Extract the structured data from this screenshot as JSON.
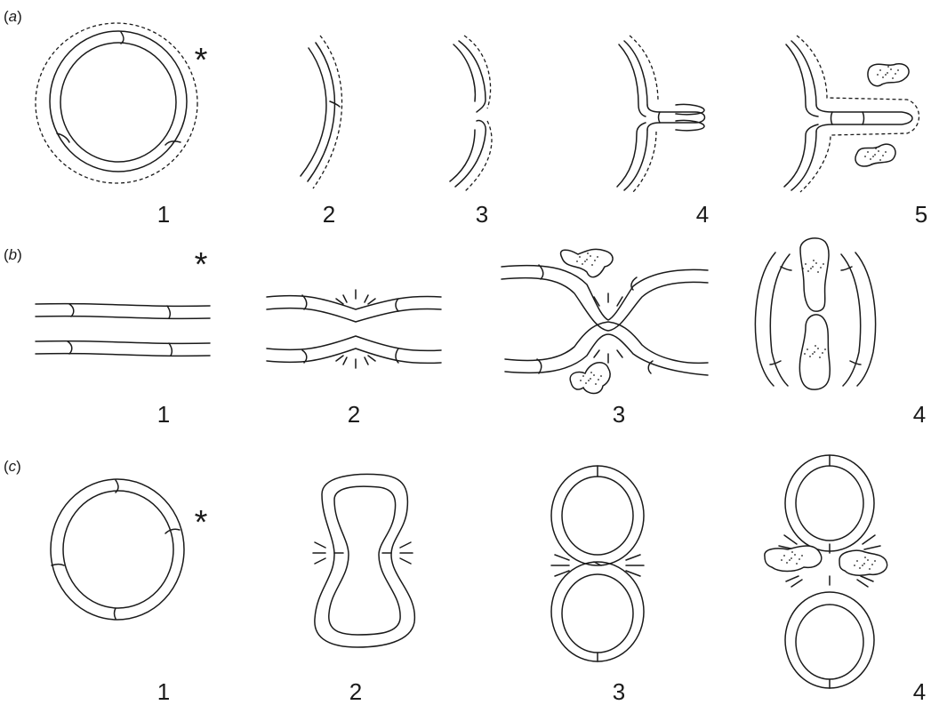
{
  "rows": {
    "a": {
      "label_open": "(",
      "label_letter": "a",
      "label_close": ")",
      "panels": [
        "1",
        "2",
        "3",
        "4",
        "5"
      ]
    },
    "b": {
      "label_open": "(",
      "label_letter": "b",
      "label_close": ")",
      "panels": [
        "1",
        "2",
        "3",
        "4"
      ]
    },
    "c": {
      "label_open": "(",
      "label_letter": "c",
      "label_close": ")",
      "panels": [
        "1",
        "2",
        "3",
        "4"
      ]
    }
  },
  "marker": "*"
}
